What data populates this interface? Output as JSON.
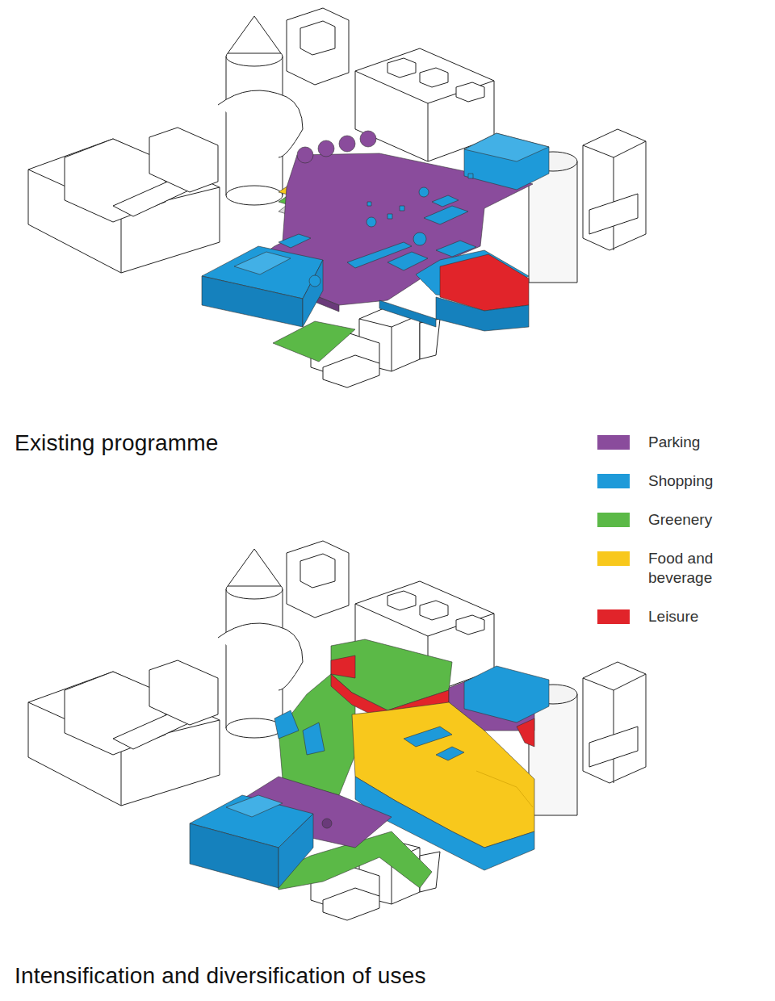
{
  "diagram": {
    "labels": [
      "Existing programme",
      "Intensification and diversification of uses"
    ],
    "legend": [
      {
        "text": "Parking",
        "color": "#8a4c9c"
      },
      {
        "text": "Shopping",
        "color": "#1e9ad9"
      },
      {
        "text": "Greenery",
        "color": "#5bb947"
      },
      {
        "text": "Food and beverage",
        "color": "#f8c81c"
      },
      {
        "text": "Leisure",
        "color": "#e1242a"
      }
    ]
  }
}
